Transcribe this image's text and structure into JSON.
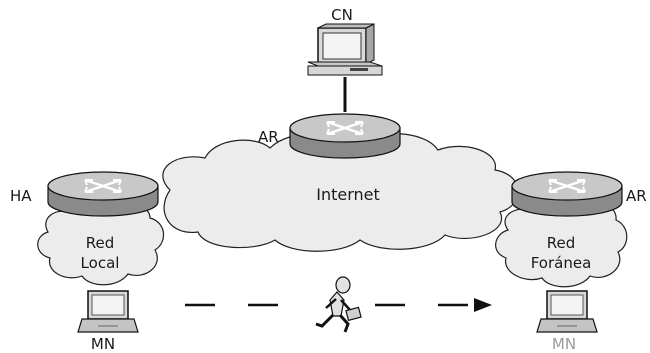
{
  "labels": {
    "cn": "CN",
    "ar_top": "AR",
    "ha": "HA",
    "ar_right": "AR",
    "internet": "Internet",
    "red_local_1": "Red",
    "red_local_2": "Local",
    "red_foranea_1": "Red",
    "red_foranea_2": "Foránea",
    "mn_left": "MN",
    "mn_right": "MN"
  },
  "colors": {
    "router_top": "#c8c8c8",
    "router_side": "#8a8a8a",
    "cloud_fill": "#ececec",
    "outline": "#222222",
    "faded_label": "#9a9a9a"
  }
}
